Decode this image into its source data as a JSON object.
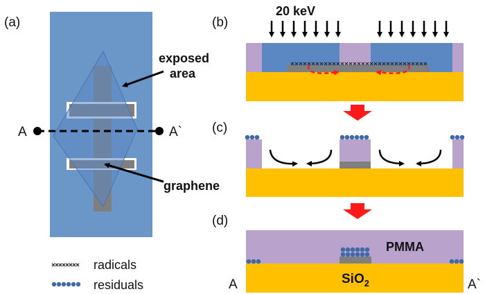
{
  "panels": {
    "a": "(a)",
    "b": "(b)",
    "c": "(c)",
    "d": "(d)"
  },
  "labels": {
    "energy": "20 keV",
    "exposed_area_line1": "exposed",
    "exposed_area_line2": "area",
    "graphene": "graphene",
    "section_start": "A",
    "section_end": "A`",
    "section_start_bottom": "A",
    "section_end_bottom": "A`",
    "pmma": "PMMA",
    "substrate_base": "SiO",
    "substrate_sub": "2"
  },
  "legend": {
    "radicals": "radicals",
    "residuals": "residuals"
  },
  "colors": {
    "exposed_blue": "#6a96c8",
    "pmma_lavender": "#b9a3cc",
    "pmma_exposed_blue": "#5b88c3",
    "sio2_gold": "#ffc000",
    "graphene_gray": "#7f7f7f",
    "red_arrow": "#ff1a1a",
    "residual_dot": "#3f6aa6"
  }
}
